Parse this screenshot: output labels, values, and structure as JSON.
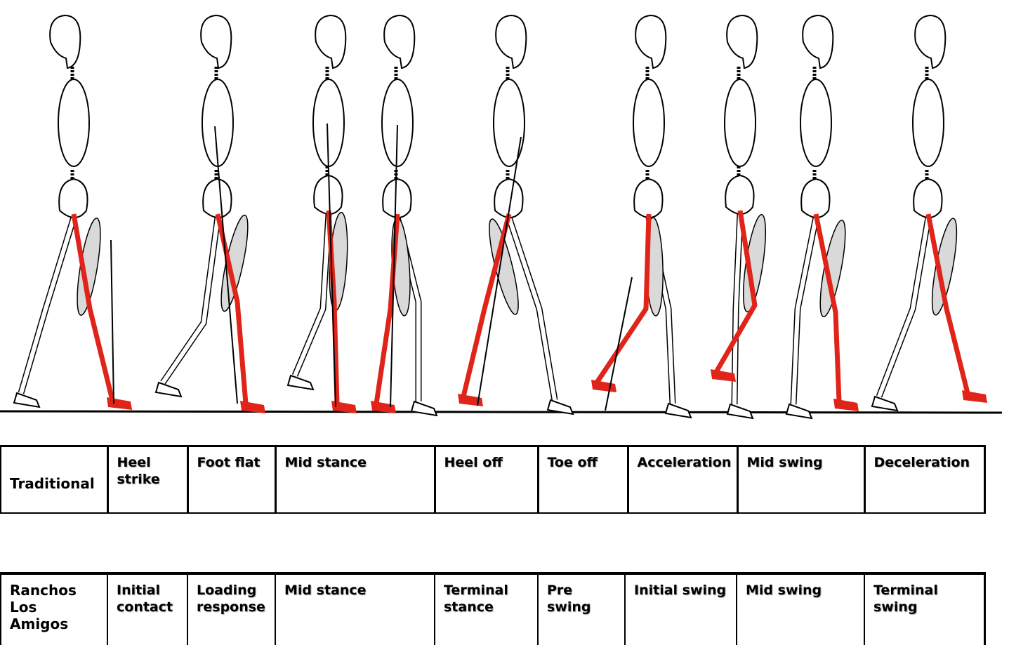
{
  "colors": {
    "limb": "#e0241a",
    "outline": "#000000",
    "background": "#ffffff"
  },
  "rows": [
    {
      "id": "traditional",
      "header": "Traditional",
      "phases": [
        "Heel\nstrike",
        "Foot flat",
        "Mid stance",
        "Heel off",
        "Toe off",
        "Acceleration",
        "Mid swing",
        "Deceleration"
      ]
    },
    {
      "id": "rla",
      "header": "Ranchos\nLos\nAmigos",
      "phases": [
        "Initial\ncontact",
        "Loading\nresponse",
        "Mid stance",
        "Terminal\nstance",
        "Pre\nswing",
        "Initial swing",
        "Mid swing",
        "Terminal\nswing"
      ]
    }
  ]
}
